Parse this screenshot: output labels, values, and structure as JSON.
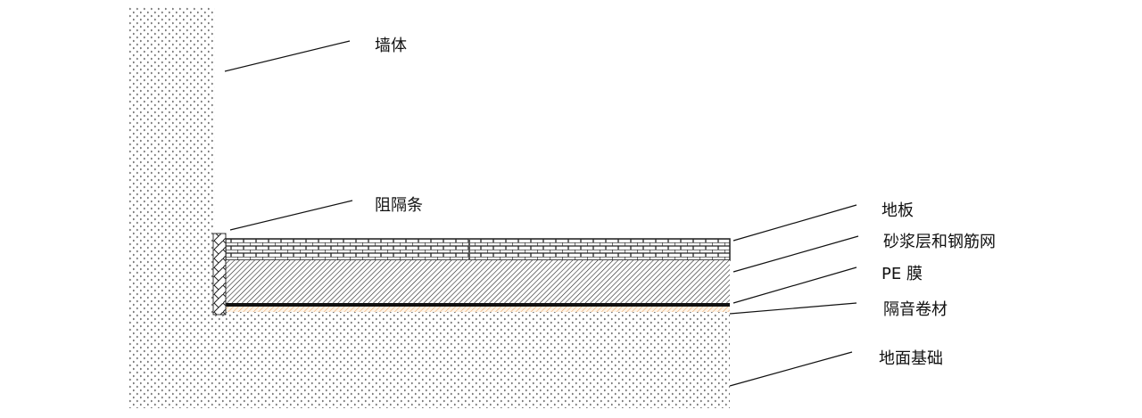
{
  "labels": {
    "wall": "墙体",
    "barrier_strip": "阻隔条",
    "floor": "地板",
    "mortar_and_mesh": "砂浆层和钢筋网",
    "pe_film": "PE 膜",
    "acoustic_membrane": "隔音卷材",
    "ground_base": "地面基础"
  },
  "colors": {
    "line": "#111111",
    "acoustic": "#e8a060",
    "acoustic_bg": "#fdf3e6"
  }
}
